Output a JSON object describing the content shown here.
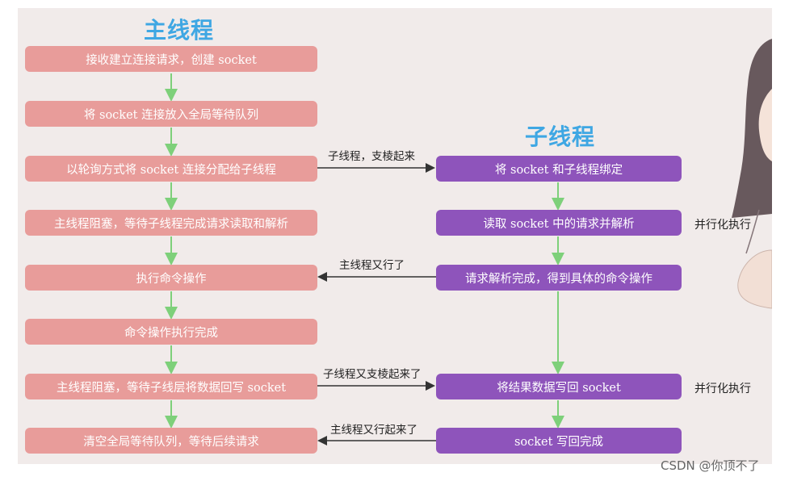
{
  "main_thread": {
    "title": "主线程",
    "steps": [
      "接收建立连接请求，创建 socket",
      "将 socket 连接放入全局等待队列",
      "以轮询方式将 socket 连接分配给子线程",
      "主线程阻塞，等待子线程完成请求读取和解析",
      "执行命令操作",
      "命令操作执行完成",
      "主线程阻塞，等待子线层将数据回写 socket",
      "清空全局等待队列，等待后续请求"
    ]
  },
  "sub_thread": {
    "title": "子线程",
    "steps": [
      "将 socket 和子线程绑定",
      "读取 socket 中的请求并解析",
      "请求解析完成，得到具体的命令操作",
      "将结果数据写回 socket",
      "socket 写回完成"
    ]
  },
  "connectors": {
    "to_sub_1": "子线程，支棱起来",
    "to_main_1": "主线程又行了",
    "to_sub_2": "子线程又支棱起来了",
    "to_main_2": "主线程又行起来了"
  },
  "annotations": {
    "parallel_1": "并行化执行",
    "parallel_2": "并行化执行"
  },
  "watermark": "CSDN @你顶不了",
  "colors": {
    "main_box": "#e89c9a",
    "sub_box": "#8e54bb",
    "title": "#3fa7e3",
    "flow_arrow": "#7ed07a",
    "connector_arrow": "#333333",
    "background": "#f1ebea"
  }
}
